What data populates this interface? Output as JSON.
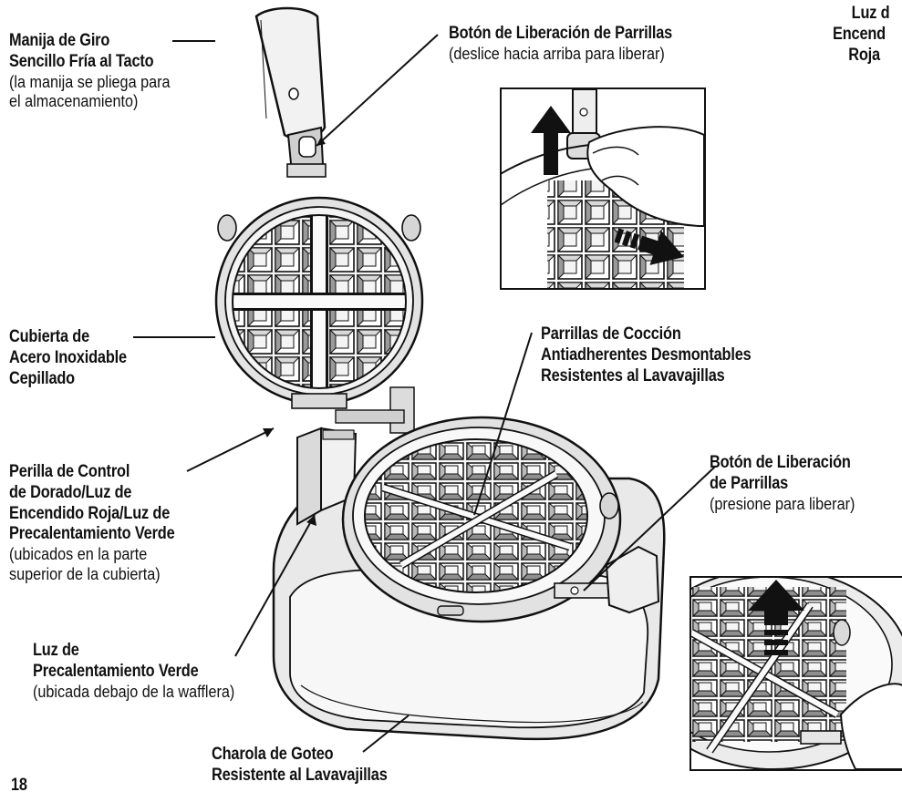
{
  "labels": {
    "handle": {
      "line1": "Manija de Giro",
      "line2": "Sencillo Fría al Tacto",
      "note1": "(la manija se pliega para",
      "note2": "el almacenamiento)"
    },
    "grid_release_top": {
      "line1": "Botón de Liberación de Parrillas",
      "note1": "(deslice hacia arriba para liberar)"
    },
    "red_light": {
      "line1": "Luz d",
      "line2": "Encend",
      "line3": "Roja"
    },
    "cover": {
      "line1": "Cubierta de",
      "line2": "Acero Inoxidable",
      "line3": "Cepillado"
    },
    "grids": {
      "line1": "Parrillas de Cocción",
      "line2": "Antiadherentes Desmontables",
      "line3": "Resistentes al Lavavajillas"
    },
    "control": {
      "line1": "Perilla de Control",
      "line2": "de Dorado/Luz de",
      "line3": "Encendido Roja/Luz de",
      "line4": "Precalentamiento Verde",
      "note1": "(ubicados en la parte",
      "note2": "superior de la cubierta)"
    },
    "grid_release_side": {
      "line1": "Botón de Liberación",
      "line2": "de Parrillas",
      "note1": "(presione para liberar)"
    },
    "green_light": {
      "line1": "Luz de",
      "line2": "Precalentamiento Verde",
      "note1": "(ubicada debajo de la wafflera)"
    },
    "drip_tray": {
      "line1": "Charola de Goteo",
      "line2": "Resistente al Lavavajillas"
    }
  },
  "page_number": "18",
  "colors": {
    "ink": "#111111",
    "steel": "#e6e6e6",
    "shade": "#bdbdbd",
    "dark": "#222222"
  },
  "icons": {
    "arrow_up": "up-arrow-icon",
    "arrow_right": "right-arrow-icon"
  }
}
